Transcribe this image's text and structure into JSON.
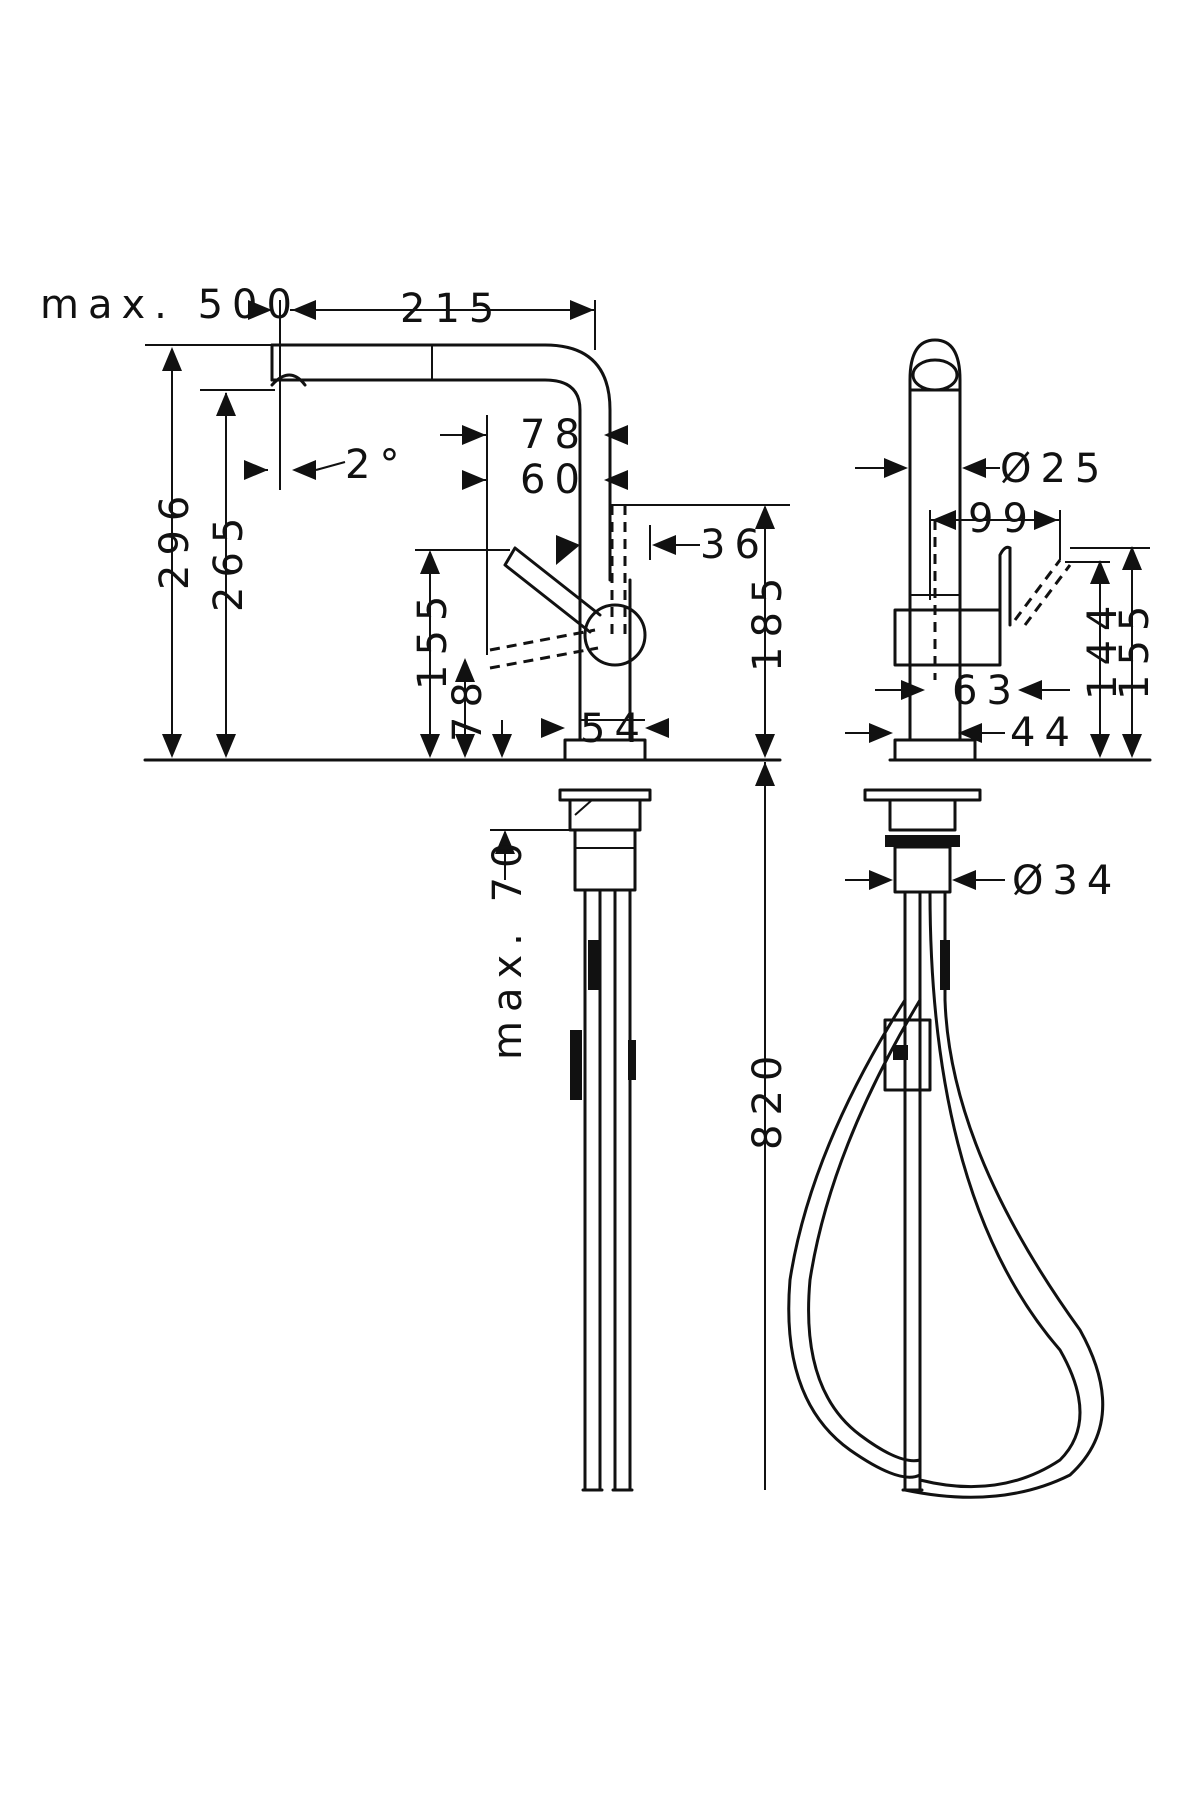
{
  "colors": {
    "line": "#111111",
    "background": "#ffffff"
  },
  "front_view": {
    "max_pullout": "max. 500",
    "reach": "215",
    "angle": "2°",
    "total_height": "296",
    "spout_height": "265",
    "lever_reach": "78",
    "lever_reach_inner": "60",
    "spout_offset": "36",
    "lever_height": "155",
    "lever_low": "78",
    "body_height": "185",
    "base_width": "54",
    "under_counter": "820",
    "counter_thickness": "max. 70"
  },
  "side_view": {
    "spout_diameter": "Ø25",
    "lever_depth": "99",
    "lever_height_inner": "144",
    "lever_height_outer": "155",
    "lever_offset": "63",
    "body_width": "44",
    "shank_diameter": "Ø34"
  }
}
